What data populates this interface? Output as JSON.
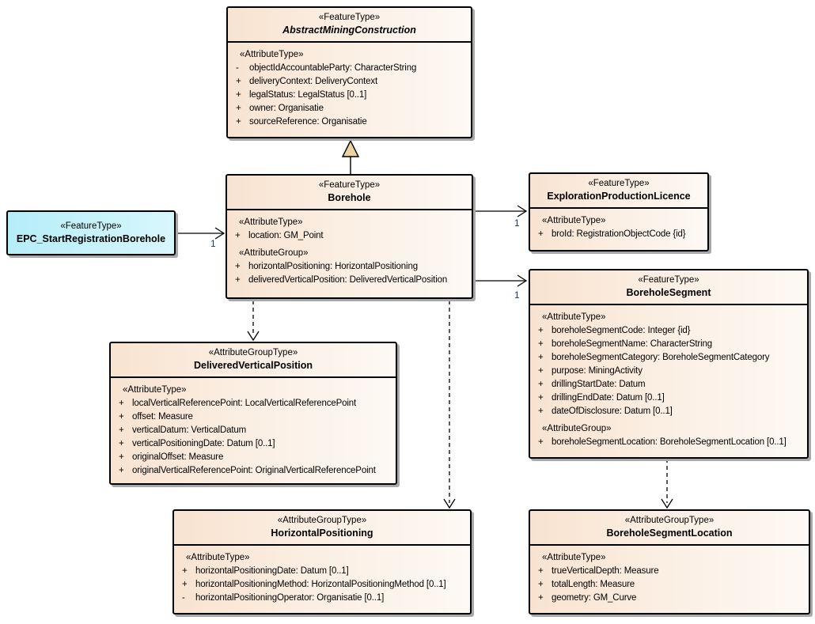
{
  "diagram": {
    "kind": "uml-class-diagram",
    "colors": {
      "box_gradient_start": "#f8e3d0",
      "box_gradient_end": "#fdf9f4",
      "box_border": "#000000",
      "epc_fill_start": "#b5edf7",
      "epc_fill_end": "#d8f7fc",
      "shadow": "#a9a9a9",
      "connector": "#000000",
      "multiplicity_text": "#1f3864",
      "generalization_arrow_fill": "#efd2a4"
    },
    "multiplicities": {
      "epc_to_borehole": "1",
      "borehole_to_licence": "1",
      "borehole_to_segment": "1"
    }
  },
  "classes": {
    "amc": {
      "stereotype": "«FeatureType»",
      "name": "AbstractMiningConstruction",
      "sections": [
        {
          "header": "«AttributeType»",
          "rows": [
            {
              "vis": "-",
              "text": "objectIdAccountableParty: CharacterString"
            },
            {
              "vis": "+",
              "text": "deliveryContext: DeliveryContext"
            },
            {
              "vis": "+",
              "text": "legalStatus: LegalStatus [0..1]"
            },
            {
              "vis": "+",
              "text": "owner: Organisatie"
            },
            {
              "vis": "+",
              "text": "sourceReference: Organisatie"
            }
          ]
        }
      ]
    },
    "borehole": {
      "stereotype": "«FeatureType»",
      "name": "Borehole",
      "sections": [
        {
          "header": "«AttributeType»",
          "rows": [
            {
              "vis": "+",
              "text": "location: GM_Point"
            }
          ]
        },
        {
          "header": "«AttributeGroup»",
          "rows": [
            {
              "vis": "+",
              "text": "horizontalPositioning: HorizontalPositioning"
            },
            {
              "vis": "+",
              "text": "deliveredVerticalPosition: DeliveredVerticalPosition"
            }
          ]
        }
      ]
    },
    "epc": {
      "stereotype": "«FeatureType»",
      "name": "EPC_StartRegistrationBorehole"
    },
    "epl": {
      "stereotype": "«FeatureType»",
      "name": "ExplorationProductionLicence",
      "sections": [
        {
          "header": "«AttributeType»",
          "rows": [
            {
              "vis": "+",
              "text": "broId: RegistrationObjectCode {id}"
            }
          ]
        }
      ]
    },
    "bs": {
      "stereotype": "«FeatureType»",
      "name": "BoreholeSegment",
      "sections": [
        {
          "header": "«AttributeType»",
          "rows": [
            {
              "vis": "+",
              "text": "boreholeSegmentCode: Integer {id}"
            },
            {
              "vis": "+",
              "text": "boreholeSegmentName: CharacterString"
            },
            {
              "vis": "+",
              "text": "boreholeSegmentCategory: BoreholeSegmentCategory"
            },
            {
              "vis": "+",
              "text": "purpose: MiningActivity"
            },
            {
              "vis": "+",
              "text": "drillingStartDate: Datum"
            },
            {
              "vis": "+",
              "text": "drillingEndDate: Datum [0..1]"
            },
            {
              "vis": "+",
              "text": "dateOfDisclosure: Datum [0..1]"
            }
          ]
        },
        {
          "header": "«AttributeGroup»",
          "rows": [
            {
              "vis": "+",
              "text": "boreholeSegmentLocation: BoreholeSegmentLocation [0..1]"
            }
          ]
        }
      ]
    },
    "dvp": {
      "stereotype": "«AttributeGroupType»",
      "name": "DeliveredVerticalPosition",
      "sections": [
        {
          "header": "«AttributeType»",
          "rows": [
            {
              "vis": "+",
              "text": "localVerticalReferencePoint: LocalVerticalReferencePoint"
            },
            {
              "vis": "+",
              "text": "offset: Measure"
            },
            {
              "vis": "+",
              "text": "verticalDatum: VerticalDatum"
            },
            {
              "vis": "+",
              "text": "verticalPositioningDate: Datum [0..1]"
            },
            {
              "vis": "+",
              "text": "originalOffset: Measure"
            },
            {
              "vis": "+",
              "text": "originalVerticalReferencePoint: OriginalVerticalReferencePoint"
            }
          ]
        }
      ]
    },
    "hp": {
      "stereotype": "«AttributeGroupType»",
      "name": "HorizontalPositioning",
      "sections": [
        {
          "header": "«AttributeType»",
          "rows": [
            {
              "vis": "+",
              "text": "horizontalPositioningDate: Datum [0..1]"
            },
            {
              "vis": "+",
              "text": "horizontalPositioningMethod: HorizontalPositioningMethod [0..1]"
            },
            {
              "vis": "-",
              "text": "horizontalPositioningOperator: Organisatie [0..1]"
            }
          ]
        }
      ]
    },
    "bsl": {
      "stereotype": "«AttributeGroupType»",
      "name": "BoreholeSegmentLocation",
      "sections": [
        {
          "header": "«AttributeType»",
          "rows": [
            {
              "vis": "+",
              "text": "trueVerticalDepth: Measure"
            },
            {
              "vis": "+",
              "text": "totalLength: Measure"
            },
            {
              "vis": "+",
              "text": "geometry: GM_Curve"
            }
          ]
        }
      ]
    }
  }
}
